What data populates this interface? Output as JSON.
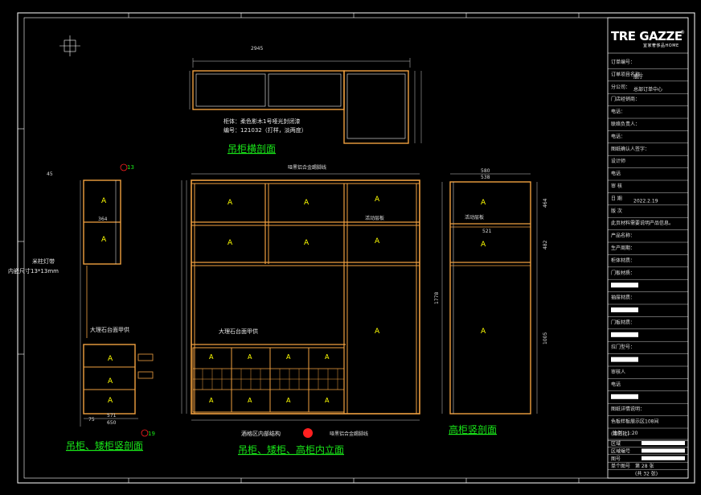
{
  "logo": {
    "brand": "TRE GAZZE",
    "reg": "®",
    "sub": "宜家奢侈品HOME"
  },
  "views": {
    "top_plan": {
      "title": "吊柜横剖面",
      "note1": "柜体：柔色影木1号哑光封闭漆",
      "note2": "编号：121032（打样，淡两度）",
      "dim_top": "2945"
    },
    "side_section": {
      "title": "吊柜、矮柜竖剖面",
      "dim_top": "45",
      "dim_mid": "364",
      "dim_b1": "571",
      "dim_b2": "650",
      "dim_b3": "75",
      "marker_top": "13",
      "marker_bottom": "19",
      "label_column": "米柱灯带",
      "label_size": "内嵌尺寸13*13mm",
      "label_stone": "大理石台面甲供"
    },
    "elevation": {
      "title": "吊柜、矮柜、高柜内立面",
      "top_note": "哑黑铝合金踢脚线",
      "shelf_note": "活动层板",
      "stone_note": "大理石台面甲供",
      "wine_note": "酒格区内部结构",
      "bottom_note": "哑黑铝合金踢脚线",
      "dim_side": "1778",
      "mark": "A"
    },
    "high_section": {
      "title": "高柜竖剖面",
      "dim_w1": "580",
      "dim_w2": "538",
      "dim_mid": "521",
      "dim_h1": "464",
      "dim_h2": "482",
      "dim_h3": "1005",
      "shelf_note": "活动层板"
    }
  },
  "title_block": {
    "rows": [
      {
        "label": "订单编号：",
        "value": ""
      },
      {
        "label": "订单项目名称：",
        "value": "展厅"
      },
      {
        "label": "分公司：",
        "value": "总部订单中心"
      },
      {
        "label": "门店经销商：",
        "value": ""
      },
      {
        "label": "电话：",
        "value": ""
      },
      {
        "label": "联络负责人：",
        "value": ""
      },
      {
        "label": "电话：",
        "value": ""
      },
      {
        "label": "图纸确认人签字：",
        "value": ""
      },
      {
        "label": "设计师",
        "value": ""
      },
      {
        "label": "电话",
        "value": ""
      },
      {
        "label": "审 核",
        "value": ""
      },
      {
        "label": "日 期",
        "value": "2022.2.19"
      },
      {
        "label": "版 次",
        "value": ""
      },
      {
        "label": "此页材料需要说明产品信息。",
        "value": ""
      },
      {
        "label": "产品名称：",
        "value": ""
      },
      {
        "label": "生产周期：",
        "value": ""
      },
      {
        "label": "柜体材质：",
        "value": ""
      },
      {
        "label": "门板材质：",
        "value": ""
      },
      {
        "label": "",
        "value": ""
      },
      {
        "label": "抽屉材质：",
        "value": ""
      },
      {
        "label": "",
        "value": ""
      },
      {
        "label": "门板材质：",
        "value": ""
      },
      {
        "label": "",
        "value": ""
      },
      {
        "label": "拉门型号：",
        "value": ""
      },
      {
        "label": "",
        "value": ""
      },
      {
        "label": "审核人",
        "value": ""
      },
      {
        "label": "电话",
        "value": ""
      },
      {
        "label": "",
        "value": ""
      },
      {
        "label": "图纸详情说明：",
        "value": ""
      },
      {
        "label": "色板样板展示区108间",
        "value": ""
      },
      {
        "label": "(第三批)",
        "value": ""
      }
    ],
    "scale": "比例：1:20",
    "bottom": [
      {
        "label": "区域",
        "value": ""
      },
      {
        "label": "区域编号",
        "value": ""
      },
      {
        "label": "图号",
        "value": ""
      },
      {
        "label": "单个图号",
        "value": "第 28 张"
      },
      {
        "label": "",
        "value": "(共 32 张)"
      }
    ]
  },
  "colors": {
    "bg": "#000000",
    "frame": "#ffffff",
    "cabinet": "#f0a040",
    "outline": "#d0d0d0",
    "title": "#19e619",
    "mark": "#ffff00",
    "red": "#ff2020"
  }
}
